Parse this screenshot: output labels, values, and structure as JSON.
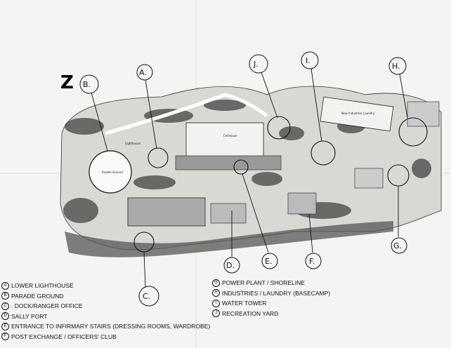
{
  "map": {
    "north_mark": "Z",
    "printed_labels": {
      "cellhouse": "Cellhouse",
      "lighthouse": "Lighthouse",
      "parade_ground": "Parade Ground",
      "laundry": "New Industries Laundry"
    },
    "callouts": [
      "A.",
      "B.",
      "C.",
      "D.",
      "E.",
      "F.",
      "G.",
      "H.",
      "I.",
      "J."
    ]
  },
  "legend": {
    "left": [
      {
        "key": "A",
        "text": "Lower Lighthouse"
      },
      {
        "key": "B",
        "text": "Parade Ground"
      },
      {
        "key": "C",
        "text": ". Dock/Ranger Office"
      },
      {
        "key": "D",
        "text": "Sally Port"
      },
      {
        "key": "E",
        "text": "Entrance to Infirmary Stairs (Dressing Rooms, Wardrobe)"
      },
      {
        "key": "F",
        "text": "Post Exchange / Officers' Club"
      }
    ],
    "right": [
      {
        "key": "G",
        "text": "Power Plant / Shoreline"
      },
      {
        "key": "H",
        "text": "Industries / Laundry (Basecamp)"
      },
      {
        "key": "I",
        "text": "Water Tower"
      },
      {
        "key": "J",
        "text": "Recreation Yard"
      }
    ]
  }
}
